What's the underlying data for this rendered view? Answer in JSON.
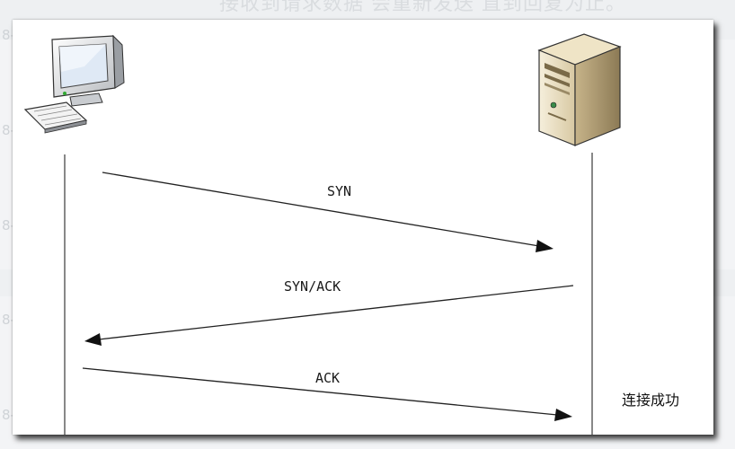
{
  "background": {
    "heading_fragment": "接收到请求数据 会重新发送 直到回复为止。",
    "line_markers": [
      "8-",
      "8-",
      "8-",
      "8-",
      "8-"
    ]
  },
  "diagram": {
    "messages": [
      {
        "label": "SYN",
        "direction": "client-to-server"
      },
      {
        "label": "SYN/ACK",
        "direction": "server-to-client"
      },
      {
        "label": "ACK",
        "direction": "client-to-server"
      }
    ],
    "status": "连接成功",
    "client_icon": "desktop-computer-icon",
    "server_icon": "tower-server-icon",
    "colors": {
      "line": "#222222",
      "server_body": "#e8dcc0",
      "monitor_screen": "#dfe9f5"
    }
  }
}
